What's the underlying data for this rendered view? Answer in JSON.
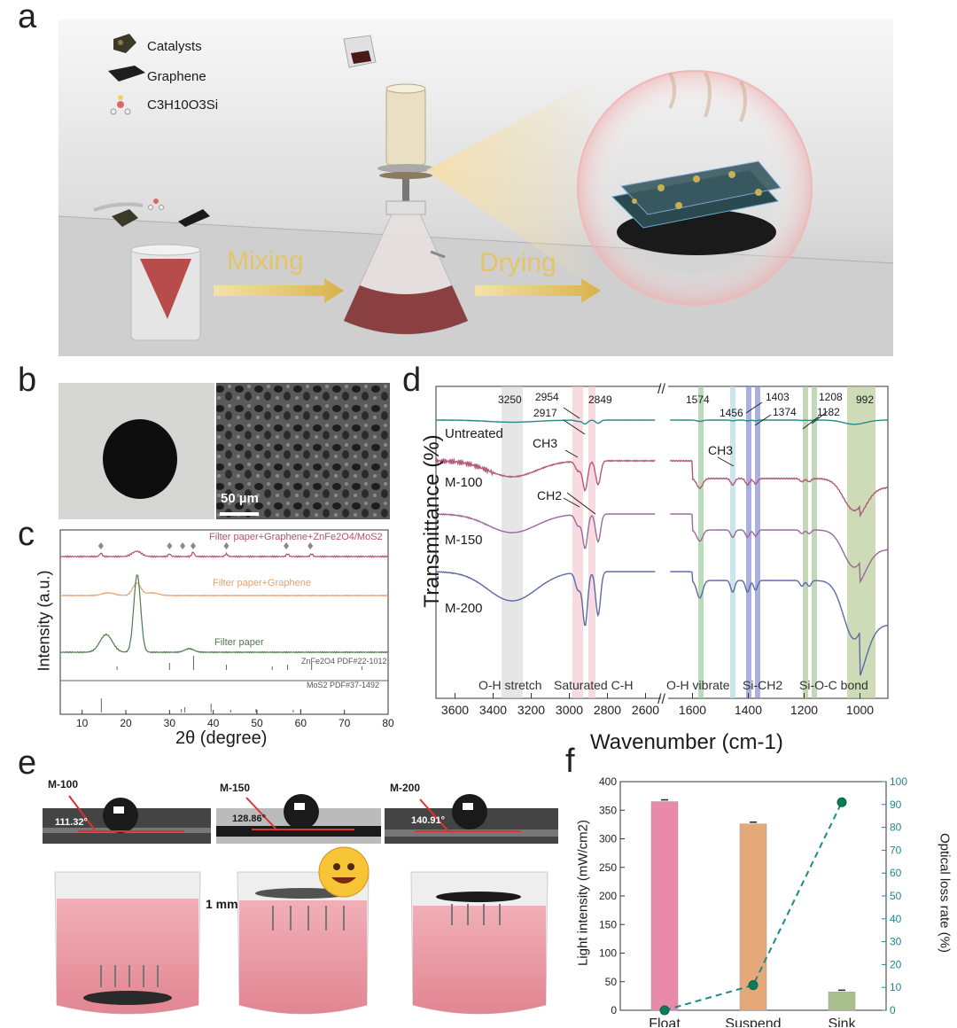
{
  "panel_letters": {
    "a": "a",
    "b": "b",
    "c": "c",
    "d": "d",
    "e": "e",
    "f": "f"
  },
  "panel_a": {
    "legend": [
      "Catalysts",
      "Graphene",
      "C3H10O3Si"
    ],
    "arrow_mixing": "Mixing",
    "arrow_drying": "Drying"
  },
  "panel_b": {
    "scale_bar": "50 µm"
  },
  "panel_c": {
    "ylabel": "Intensity (a.u.)",
    "xlabel": "2θ (degree)",
    "xticks": [
      "10",
      "20",
      "30",
      "40",
      "50",
      "60",
      "70",
      "80"
    ],
    "curve_labels": [
      "Filter paper+Graphene+ZnFe2O4/MoS2",
      "Filter paper+Graphene",
      "Filter paper"
    ],
    "ref1": "ZnFe2O4 PDF#22-1012",
    "ref2": "MoS2 PDF#37-1492",
    "colors": {
      "c1": "#b8506a",
      "c2": "#e8a070",
      "c3": "#4e7a4e"
    }
  },
  "panel_d": {
    "ylabel": "Transmittance (%)",
    "xlabel": "Wavenumber (cm-1)",
    "xticks": [
      "3600",
      "3400",
      "3200",
      "3000",
      "2800",
      "2600",
      "1600",
      "1400",
      "1200",
      "1000"
    ],
    "curve_labels": [
      "Untreated",
      "M-100",
      "M-150",
      "M-200"
    ],
    "peaks": [
      "3250",
      "2954",
      "2917",
      "2849",
      "1574",
      "1403",
      "1456",
      "1374",
      "1208",
      "1182",
      "992"
    ],
    "groups": [
      "CH3",
      "CH2",
      "CH3"
    ],
    "bands": [
      "O-H stretch",
      "Saturated C-H",
      "O-H vibrate",
      "Si-CH2",
      "Si-O-C bond"
    ],
    "colors": {
      "untreated": "#2a8a8a",
      "m100": "#b25a7c",
      "m150": "#9a6a9a",
      "m200": "#5c6aa8"
    }
  },
  "panel_e": {
    "samples": [
      "M-100",
      "M-150",
      "M-200"
    ],
    "angles": [
      "111.32°",
      "128.86°",
      "140.91°"
    ],
    "gap_label": "1 mm"
  },
  "chart_data": {
    "type": "bar",
    "categories": [
      "Float",
      "Suspend",
      "Sink"
    ],
    "values": [
      365,
      326,
      32
    ],
    "series": [
      {
        "name": "Light intensity",
        "values": [
          365,
          326,
          32
        ]
      },
      {
        "name": "Optical loss rate",
        "values": [
          0,
          11,
          91
        ]
      }
    ],
    "xlabel": "",
    "ylabel": "Light intensity (mW/cm2)",
    "y2label": "Optical loss rate (%)",
    "ylim": [
      0,
      400
    ],
    "y2lim": [
      0,
      100
    ],
    "yticks": [
      "0",
      "50",
      "100",
      "150",
      "200",
      "250",
      "300",
      "350",
      "400"
    ],
    "y2ticks": [
      "0",
      "10",
      "20",
      "30",
      "40",
      "50",
      "60",
      "70",
      "80",
      "90",
      "100"
    ],
    "colors": {
      "float": "#e98aab",
      "suspend": "#e5a878",
      "sink": "#a9c08e",
      "line": "#1a8a8a"
    }
  }
}
